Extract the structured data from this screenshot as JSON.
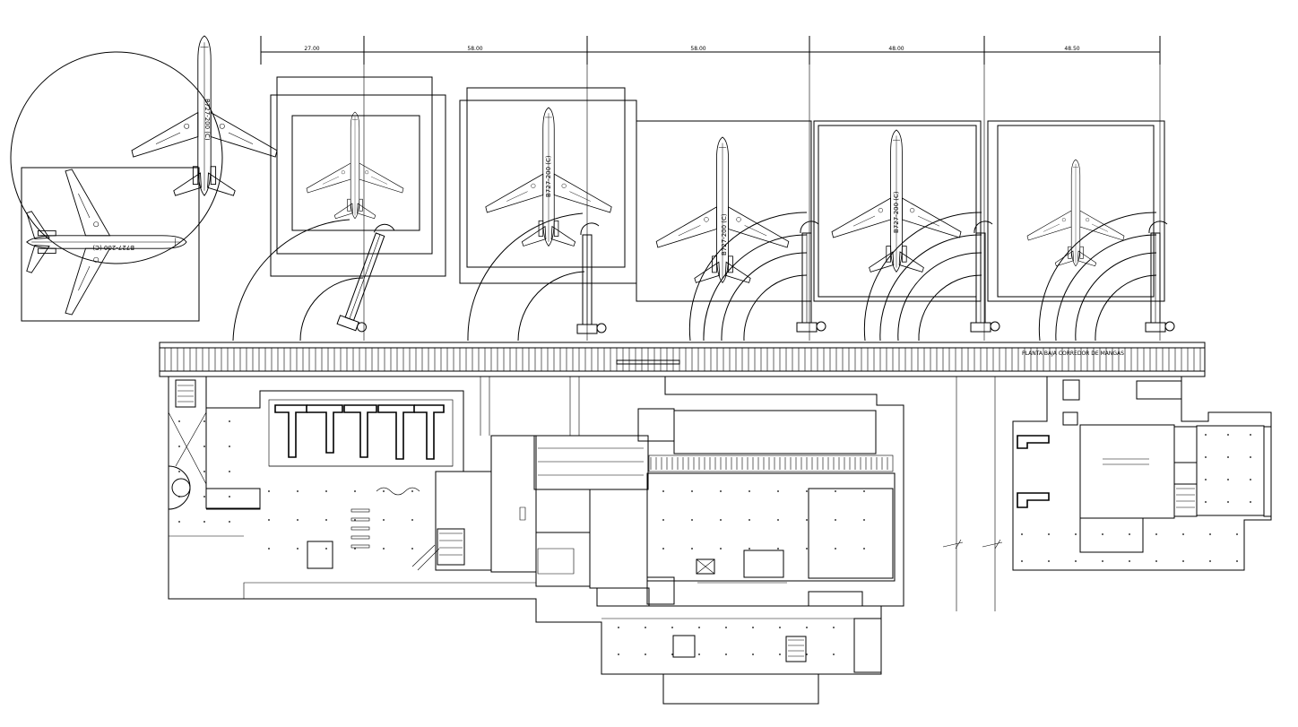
{
  "dimensions": [
    "27.00",
    "58.00",
    "58.00",
    "48.00",
    "48.50"
  ],
  "aircraft_labels": [
    "B727-200 (C)",
    "B727-200 (C)",
    "B727-200 (C)",
    "B727-200 (C)",
    "B727-200 (C)"
  ],
  "concourse_label": "PLANTA BAJA CORREDOR DE MANGAS",
  "icons": [
    "aircraft",
    "jet-bridge",
    "spiral-stair"
  ]
}
